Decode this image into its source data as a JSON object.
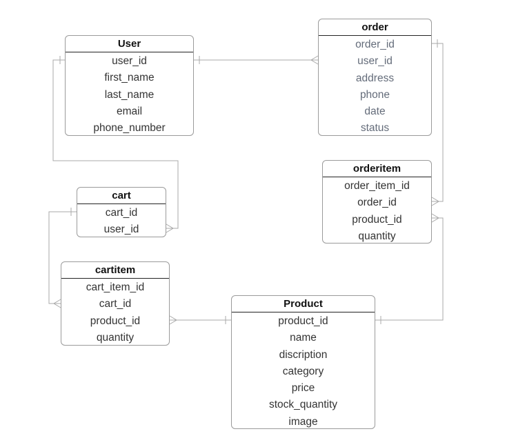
{
  "entities": {
    "user": {
      "title": "User",
      "fields": [
        "user_id",
        "first_name",
        "last_name",
        "email",
        "phone_number"
      ]
    },
    "order": {
      "title": "order",
      "fields": [
        "order_id",
        "user_id",
        "address",
        "phone",
        "date",
        "status"
      ]
    },
    "cart": {
      "title": "cart",
      "fields": [
        "cart_id",
        "user_id"
      ]
    },
    "orderitem": {
      "title": "orderitem",
      "fields": [
        "order_item_id",
        "order_id",
        "product_id",
        "quantity"
      ]
    },
    "cartitem": {
      "title": "cartitem",
      "fields": [
        "cart_item_id",
        "cart_id",
        "product_id",
        "quantity"
      ]
    },
    "product": {
      "title": "Product",
      "fields": [
        "product_id",
        "name",
        "discription",
        "category",
        "price",
        "stock_quantity",
        "image"
      ]
    }
  },
  "relationships": [
    {
      "from": "user.user_id",
      "to": "order.user_id",
      "from_cardinality": "one",
      "to_cardinality": "many"
    },
    {
      "from": "user.user_id",
      "to": "cart.user_id",
      "from_cardinality": "one",
      "to_cardinality": "many"
    },
    {
      "from": "cart.cart_id",
      "to": "cartitem.cart_id",
      "from_cardinality": "one",
      "to_cardinality": "many"
    },
    {
      "from": "order.order_id",
      "to": "orderitem.order_id",
      "from_cardinality": "one",
      "to_cardinality": "many"
    },
    {
      "from": "product.product_id",
      "to": "cartitem.product_id",
      "from_cardinality": "one",
      "to_cardinality": "many"
    },
    {
      "from": "product.product_id",
      "to": "orderitem.product_id",
      "from_cardinality": "one",
      "to_cardinality": "many"
    }
  ],
  "colors": {
    "line": "#9a9a9a",
    "border": "#9a9a9a",
    "title_rule": "#222222",
    "muted_text": "#646c7a",
    "text": "#333333"
  }
}
